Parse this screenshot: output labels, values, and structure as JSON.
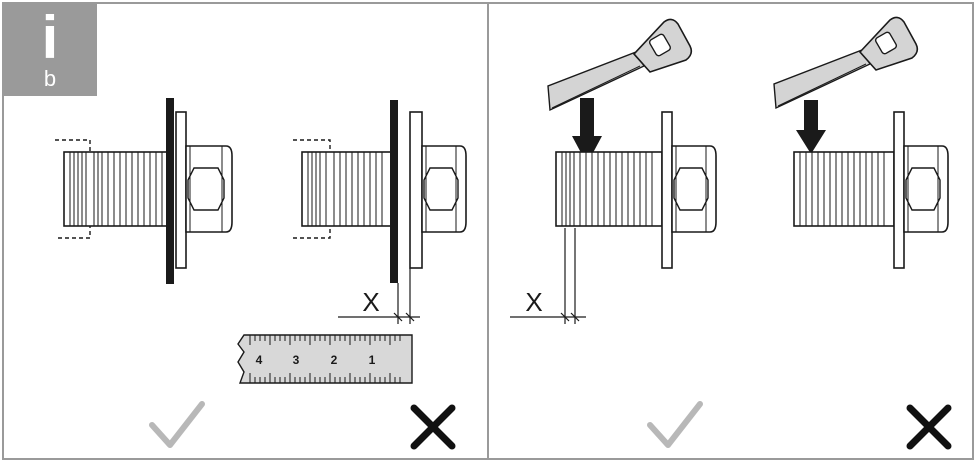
{
  "info_badge": {
    "letter_i": "i",
    "letter_b": "b",
    "color": "#9a9a9a"
  },
  "panels": {
    "left": {
      "dimension_label": "X",
      "ruler_numbers": [
        "4",
        "3",
        "2",
        "1"
      ],
      "result_correct": "check-icon",
      "result_incorrect": "cross-icon"
    },
    "right": {
      "dimension_label": "X",
      "result_correct": "check-icon",
      "result_incorrect": "cross-icon"
    }
  },
  "colors": {
    "frame": "#9a9a9a",
    "ink": "#1a1a1a",
    "check": "#b8b8b8",
    "cross": "#111111",
    "ruler": "#d8d8d8",
    "saw": "#d4d4d4"
  }
}
